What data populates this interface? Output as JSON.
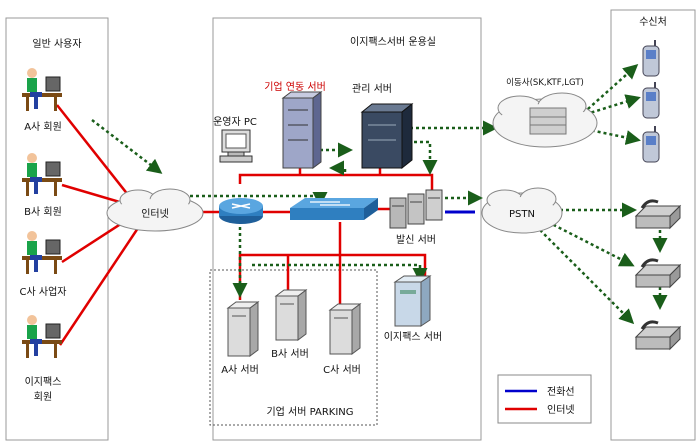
{
  "sections": {
    "users": "일반 사용자",
    "center": "이지팩스서버 운용실",
    "receivers": "수신처",
    "parking": "기업 서버 PARKING"
  },
  "users": [
    "A사 회원",
    "B사 회원",
    "C사 사업자",
    "이지팩스",
    "회원"
  ],
  "clouds": {
    "internet": "인터넷",
    "carriers": "이동사(SK,KTF,LGT)",
    "pstn": "PSTN"
  },
  "servers": {
    "integration": "기업 연동 서버",
    "management": "관리 서버",
    "operator_pc": "운영자 PC",
    "dispatch": "발신 서버",
    "a_server": "A사 서버",
    "b_server": "B사 서버",
    "c_server": "C사 서버",
    "easyfax_server": "이지팩스 서버"
  },
  "legend": [
    {
      "label": "전화선",
      "color": "#0000cc"
    },
    {
      "label": "인터넷",
      "color": "#e00000"
    }
  ],
  "colors": {
    "internet_line": "#e00000",
    "phone_line": "#0000cc",
    "flow": "#1a5e1a"
  }
}
